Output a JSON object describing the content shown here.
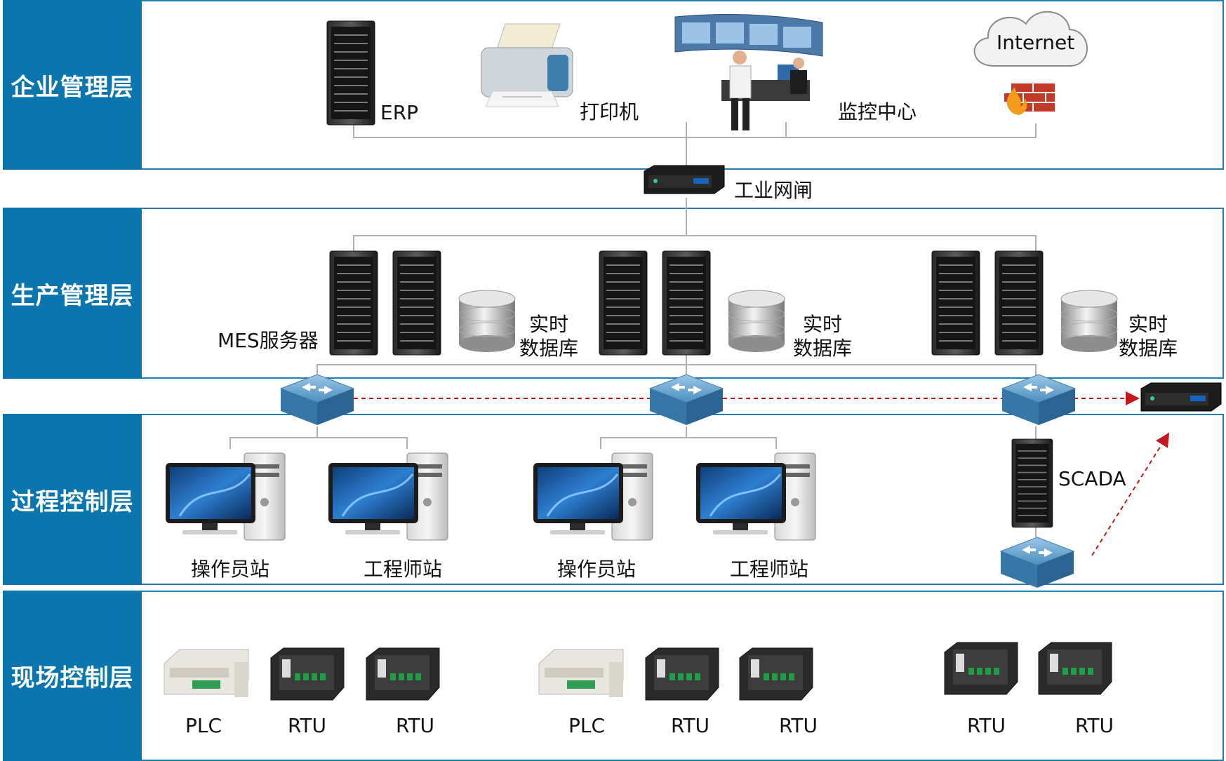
{
  "layers": [
    {
      "label": "企业管理层"
    },
    {
      "label": "生产管理层"
    },
    {
      "label": "过程控制层"
    },
    {
      "label": "现场控制层"
    }
  ],
  "enterprise": {
    "erp": "ERP",
    "printer": "打印机",
    "monitor_center": "监控中心",
    "internet": "Internet"
  },
  "gateway": {
    "label": "工业网闸"
  },
  "production": {
    "mes": "MES服务器",
    "rtdb_groups": [
      {
        "line1": "实时",
        "line2": "数据库"
      },
      {
        "line1": "实时",
        "line2": "数据库"
      },
      {
        "line1": "实时",
        "line2": "数据库"
      }
    ]
  },
  "process": {
    "stations": [
      "操作员站",
      "工程师站",
      "操作员站",
      "工程师站"
    ],
    "scada": "SCADA"
  },
  "field": {
    "devices": [
      "PLC",
      "RTU",
      "RTU",
      "PLC",
      "RTU",
      "RTU",
      "RTU",
      "RTU"
    ]
  },
  "colors": {
    "tab": "#0b75ad",
    "frame": "#1f7fb5",
    "line": "#b0b0b0",
    "dashed_arrow": "#c0181c",
    "switch": "#4b8fbf"
  }
}
